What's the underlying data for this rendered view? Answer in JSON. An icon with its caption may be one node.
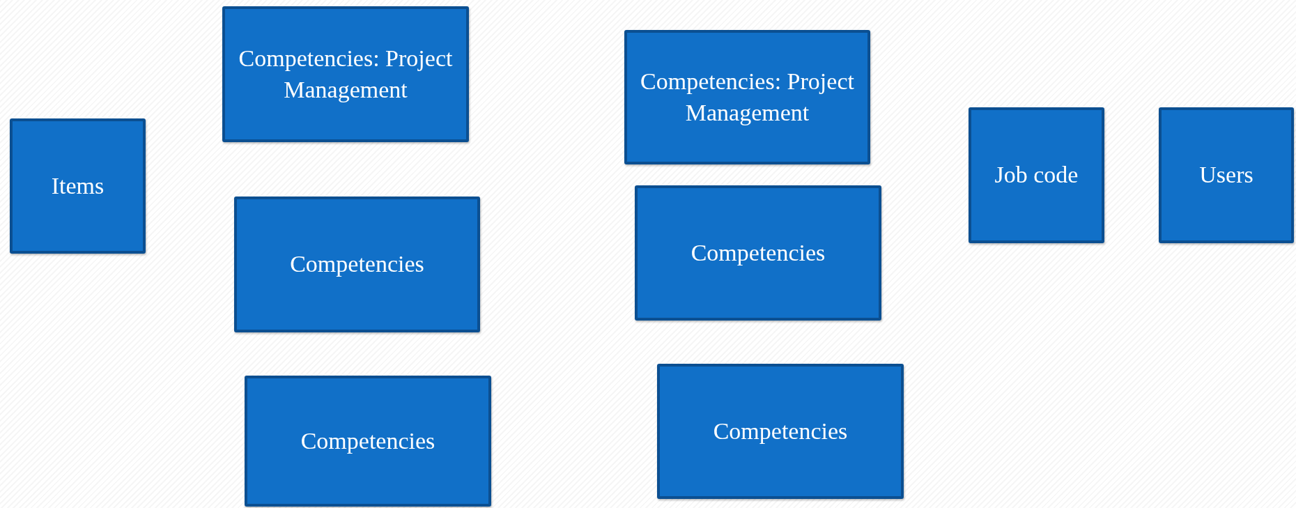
{
  "diagram": {
    "nodes": [
      {
        "text": [
          "Items"
        ]
      },
      {
        "text": [
          "Competencies: Project Management"
        ]
      },
      {
        "text": [
          "Competencies"
        ]
      },
      {
        "text": [
          "Competencies"
        ]
      },
      {
        "text": [
          "Competencies: Project Management"
        ]
      },
      {
        "text": [
          "Competencies"
        ]
      },
      {
        "text": [
          "Competencies"
        ]
      },
      {
        "text": [
          "Job code"
        ]
      },
      {
        "text": [
          "Users"
        ]
      }
    ]
  }
}
